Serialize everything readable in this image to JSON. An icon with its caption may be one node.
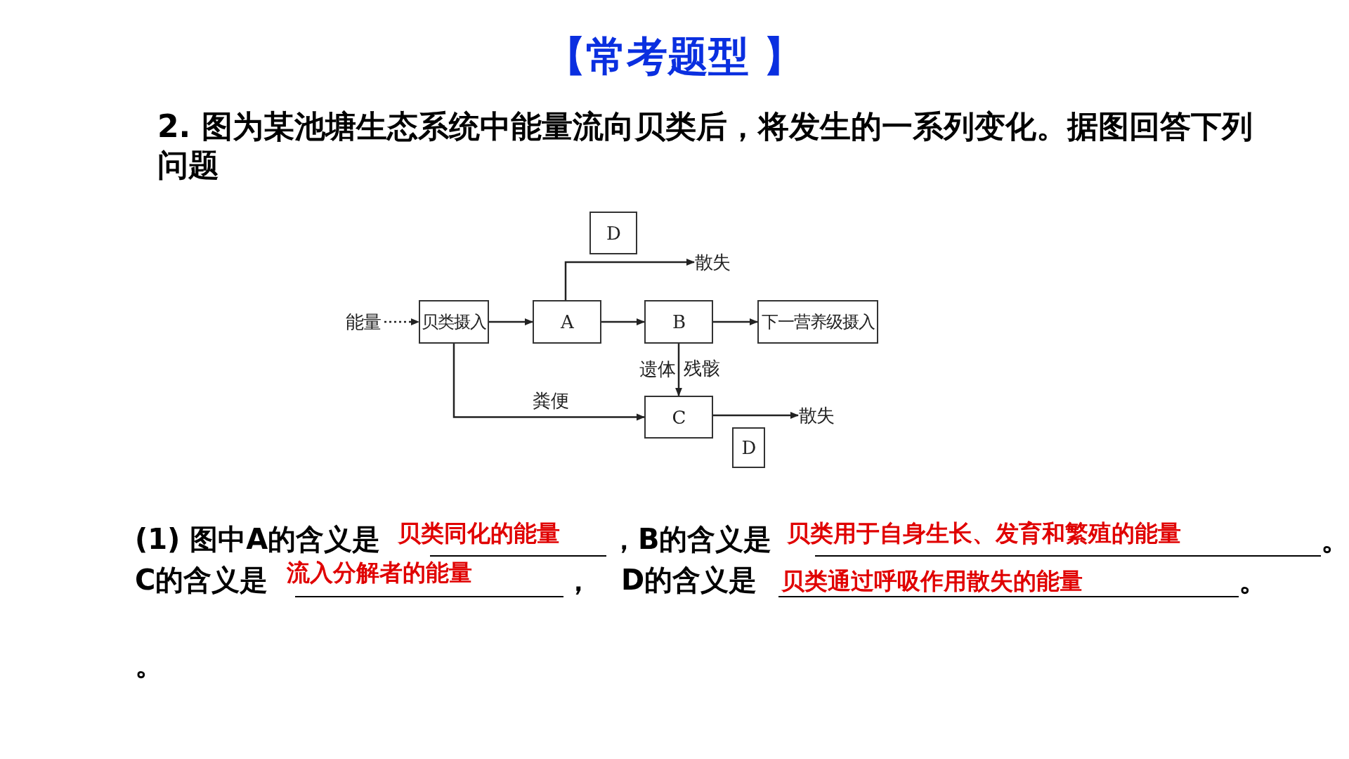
{
  "diagram": {
    "title": "【常考题型 】",
    "nodes": [
      {
        "text": [
          "能量"
        ]
      },
      {
        "text": [
          "贝类摄入"
        ]
      },
      {
        "text": [
          "A"
        ]
      },
      {
        "text": [
          "B"
        ]
      },
      {
        "text": [
          "下一营养级摄入"
        ]
      },
      {
        "text": [
          "D"
        ]
      },
      {
        "text": [
          "散失"
        ]
      },
      {
        "text": [
          "C"
        ]
      },
      {
        "text": [
          "散失"
        ]
      },
      {
        "text": [
          "D"
        ]
      }
    ],
    "edges": [
      {
        "from": 0,
        "to": 1,
        "arrow": "to",
        "style": "dashed"
      },
      {
        "from": 1,
        "to": 2,
        "arrow": "to"
      },
      {
        "from": 2,
        "to": 3,
        "arrow": "to"
      },
      {
        "from": 3,
        "to": 4,
        "arrow": "to"
      },
      {
        "from": 2,
        "to": 6,
        "arrow": "to"
      },
      {
        "from": 3,
        "to": 7,
        "arrow": "to",
        "label": "遗体"
      },
      {
        "from": 1,
        "to": 7,
        "arrow": "to",
        "label": "粪便"
      },
      {
        "from": 7,
        "to": 8,
        "arrow": "to"
      }
    ],
    "labels": [
      "2. 图为某池塘生态系统中能量流向贝类后，将发生的一系列变化。据图回答下列问题",
      "残骸",
      "(1) 图中A的含义是",
      "贝类同化的能量",
      "，B的含义是",
      "贝类用于自身生长、发育和繁殖的能量",
      "。",
      "C的含义是",
      "流入分解者的能量",
      "，",
      "D的含义是",
      "贝类通过呼吸作用散失的能量",
      "。",
      "。"
    ]
  }
}
